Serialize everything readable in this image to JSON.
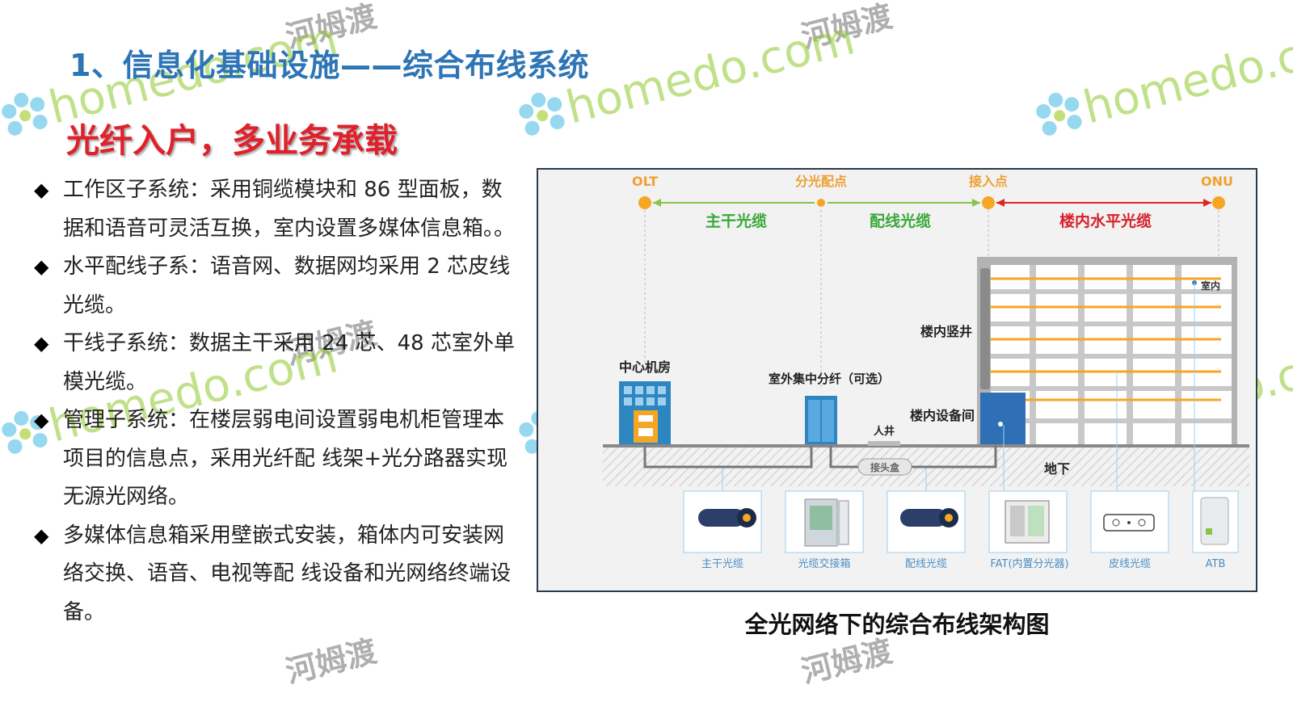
{
  "slide": {
    "title": "1、信息化基础设施——综合布线系统",
    "subtitle": "光纤入户，多业务承载",
    "bullets": [
      "工作区子系统：采用铜缆模块和 86 型面板，数据和语音可灵活互换，室内设置多媒体信息箱。。",
      "水平配线子系：语音网、数据网均采用 2 芯皮线光缆。",
      "干线子系统：数据主干采用 24 芯、48 芯室外单模光缆。",
      "管理子系统：在楼层弱电间设置弱电机柜管理本项目的信息点，采用光纤配 线架+光分路器实现无源光网络。",
      "多媒体信息箱采用壁嵌式安装，箱体内可安装网络交换、语音、电视等配 线设备和光网络终端设备。"
    ],
    "caption": "全光网络下的综合布线架构图"
  },
  "diagram": {
    "nodes": [
      "OLT",
      "分光配点",
      "接入点",
      "ONU"
    ],
    "segments": [
      "主干光缆",
      "配线光缆",
      "楼内水平光缆"
    ],
    "labels": {
      "center_room": "中心机房",
      "outdoor_split": "室外集中分纤（可选）",
      "manhole": "人井",
      "joint_box": "接头盒",
      "underground": "地下",
      "riser": "楼内竖井",
      "equipment_room": "楼内设备间",
      "indoor": "室内"
    },
    "components": [
      "主干光缆",
      "光缆交接箱",
      "配线光缆",
      "FAT(内置分光器)",
      "皮线光缆",
      "ATB"
    ],
    "colors": {
      "orange": "#f5a623",
      "green_line": "#8bc34a",
      "red_line": "#e02424",
      "node_label": "#f0a030",
      "segment_green": "#3aa83a",
      "segment_red": "#d6202a",
      "blue": "#2e86c1"
    }
  },
  "watermark": {
    "brand": "homedo.com",
    "cn": "河姆渡"
  }
}
